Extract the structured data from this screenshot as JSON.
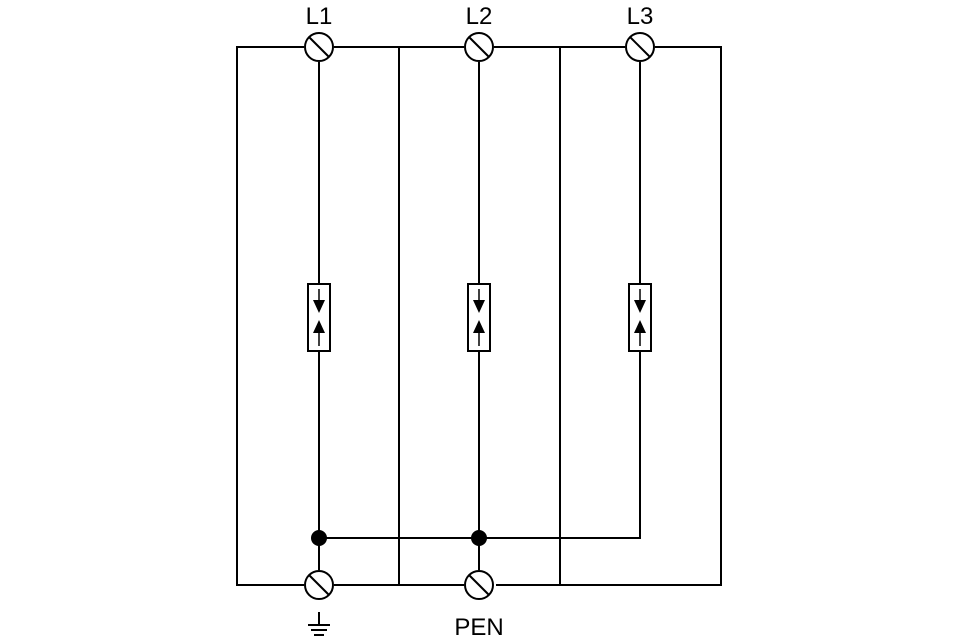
{
  "terminals": {
    "top": [
      {
        "id": "L1",
        "label": "L1"
      },
      {
        "id": "L2",
        "label": "L2"
      },
      {
        "id": "L3",
        "label": "L3"
      }
    ],
    "bottom": [
      {
        "id": "PE",
        "symbol": "ground-icon"
      },
      {
        "id": "PEN",
        "label": "PEN"
      }
    ]
  },
  "components": {
    "arresters": [
      {
        "id": "arrester-L1",
        "symbol": "surge-arrester-icon"
      },
      {
        "id": "arrester-L2",
        "symbol": "surge-arrester-icon"
      },
      {
        "id": "arrester-L3",
        "symbol": "surge-arrester-icon"
      }
    ]
  },
  "colors": {
    "line": "#000000",
    "background": "#ffffff"
  }
}
